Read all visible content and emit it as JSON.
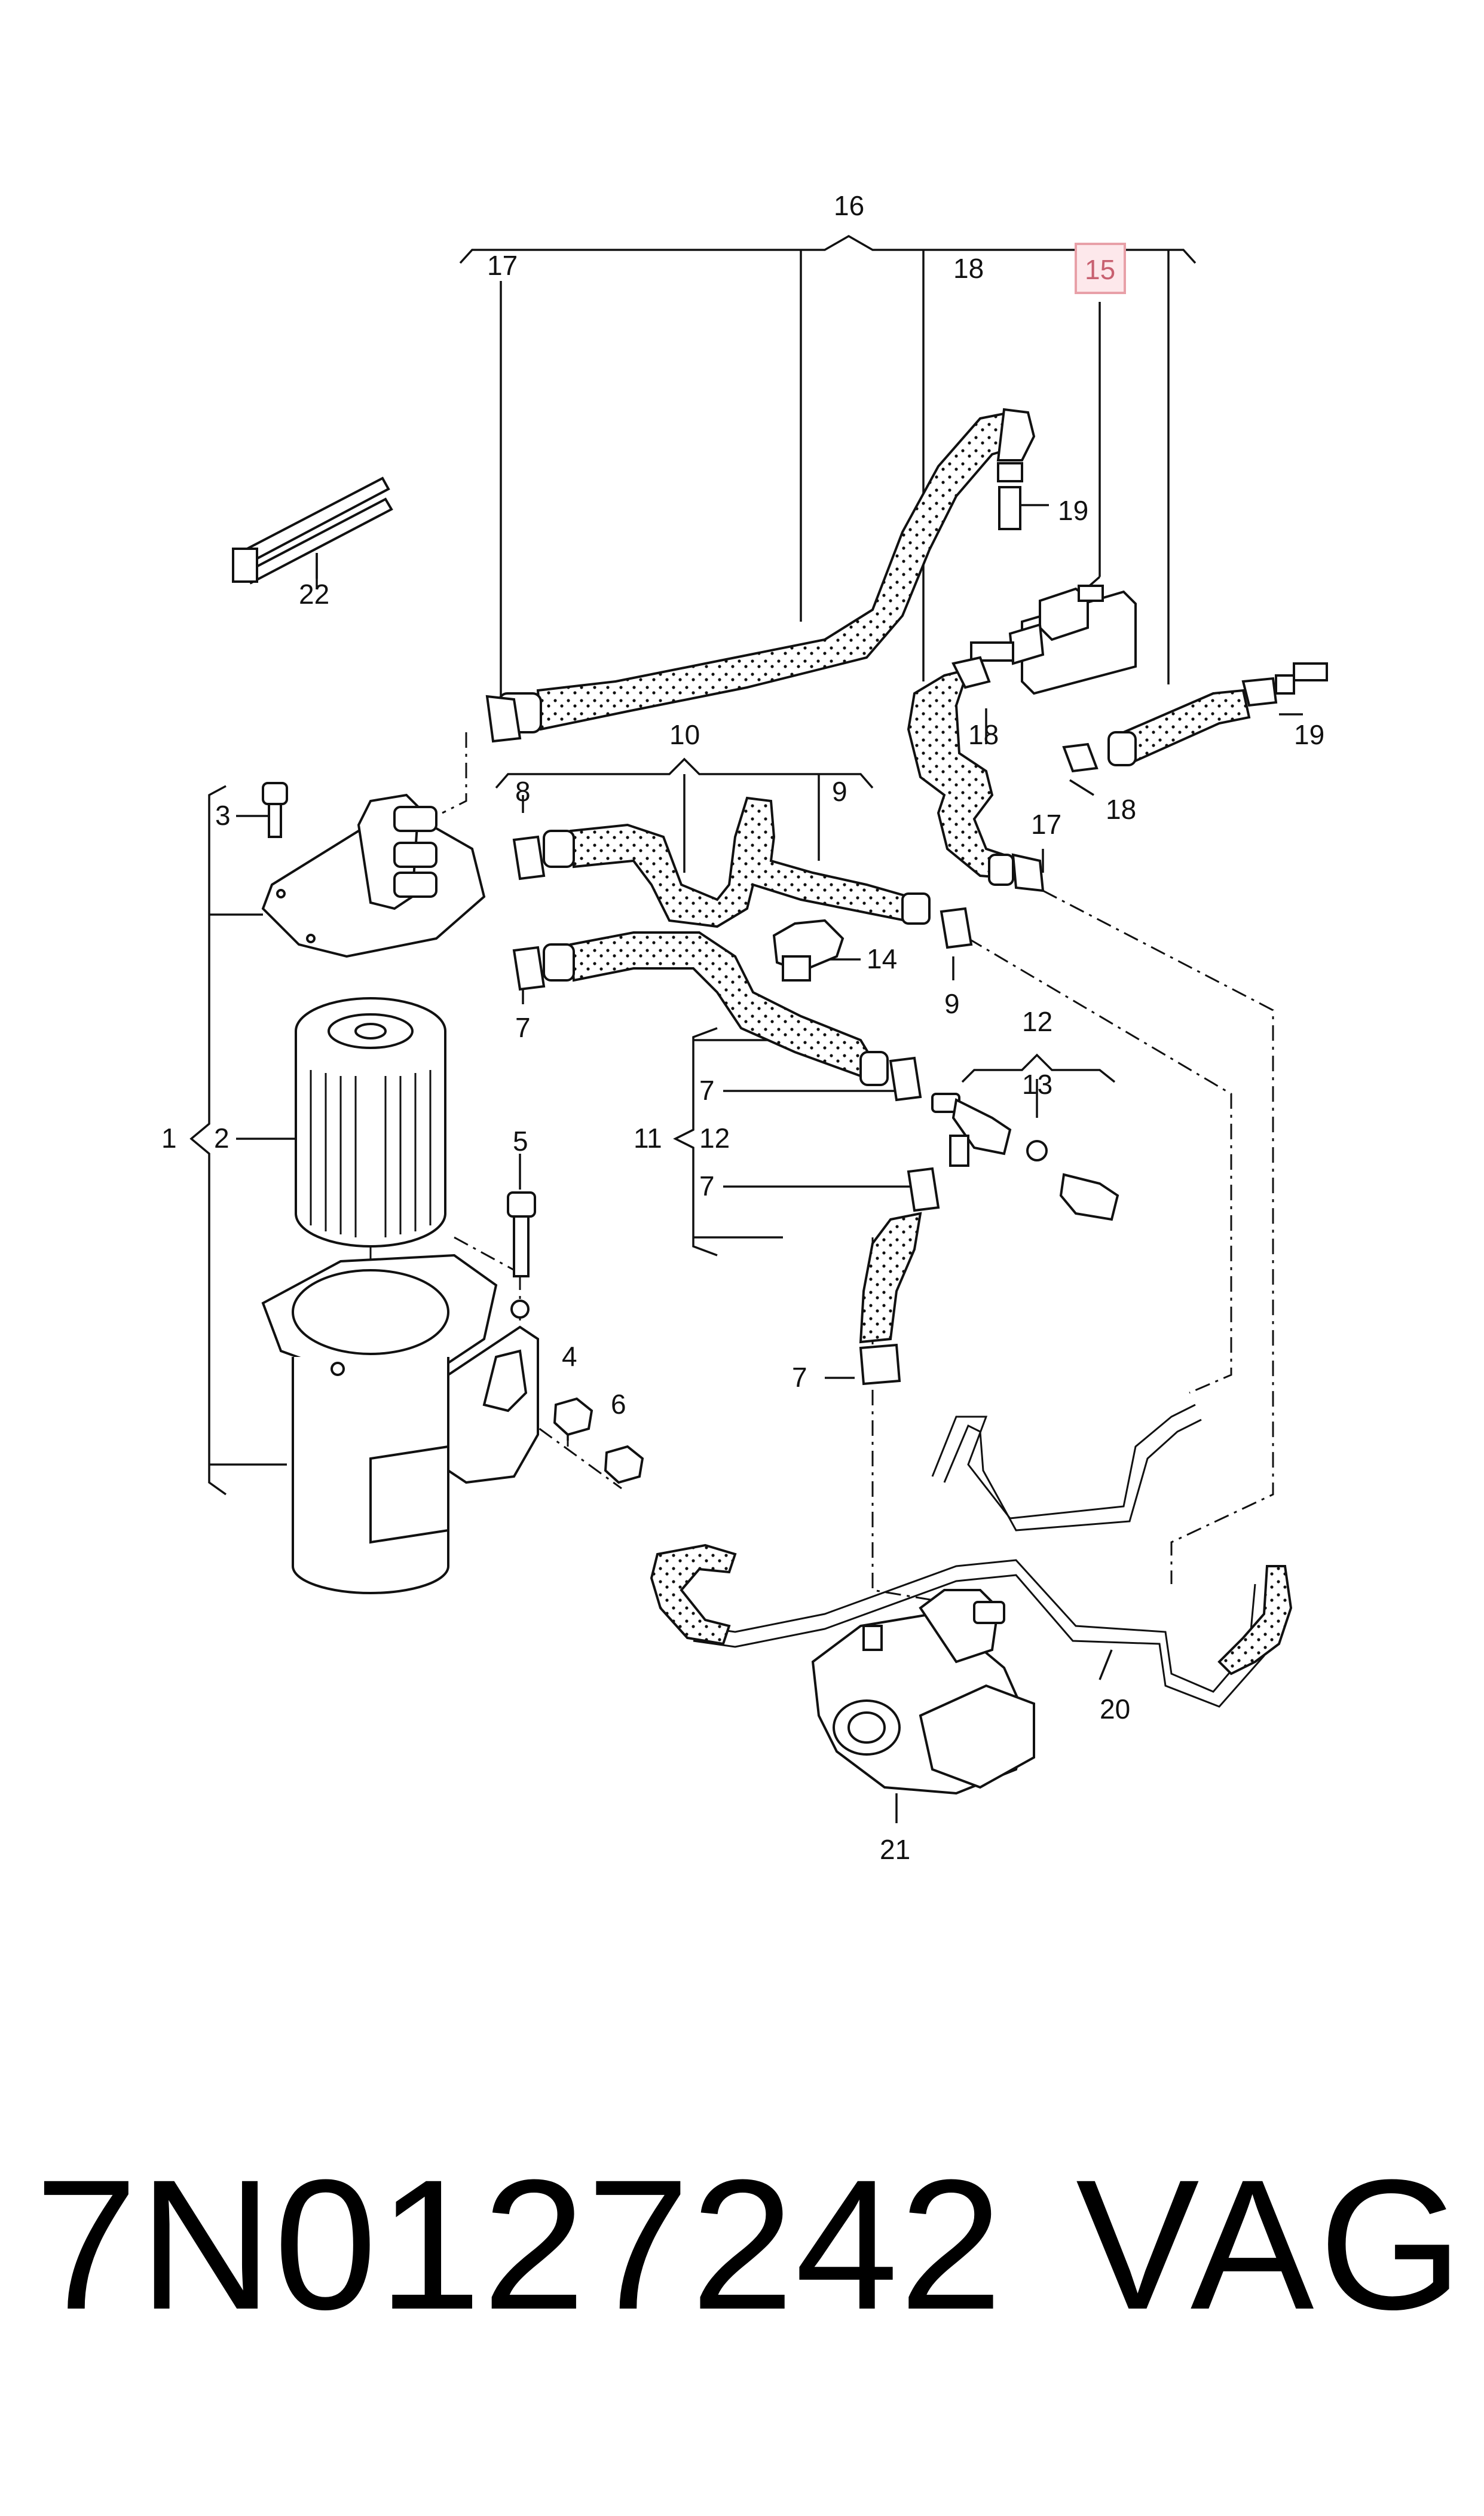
{
  "callouts": {
    "c1": "1",
    "c2": "2",
    "c3": "3",
    "c4": "4",
    "c5": "5",
    "c6": "6",
    "c7": "7",
    "c8": "8",
    "c9": "9",
    "c10": "10",
    "c11": "11",
    "c12": "12",
    "c13": "13",
    "c14": "14",
    "c15": "15",
    "c16": "16",
    "c17": "17",
    "c18": "18",
    "c19": "19",
    "c20": "20",
    "c21": "21",
    "c22": "22"
  },
  "highlight_color": "#e8a0a8",
  "footer": {
    "part_number": "7N0127242",
    "brand": "VAG"
  }
}
